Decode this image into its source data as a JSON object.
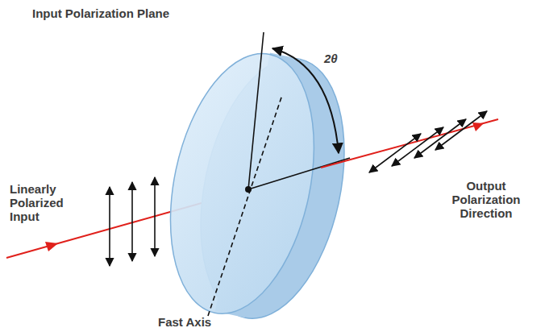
{
  "diagram": {
    "labels": [
      "Input Polarization Plane",
      "2θ",
      "Linearly Polarized Input",
      "Output Polarization Direction",
      "Fast Axis"
    ]
  }
}
